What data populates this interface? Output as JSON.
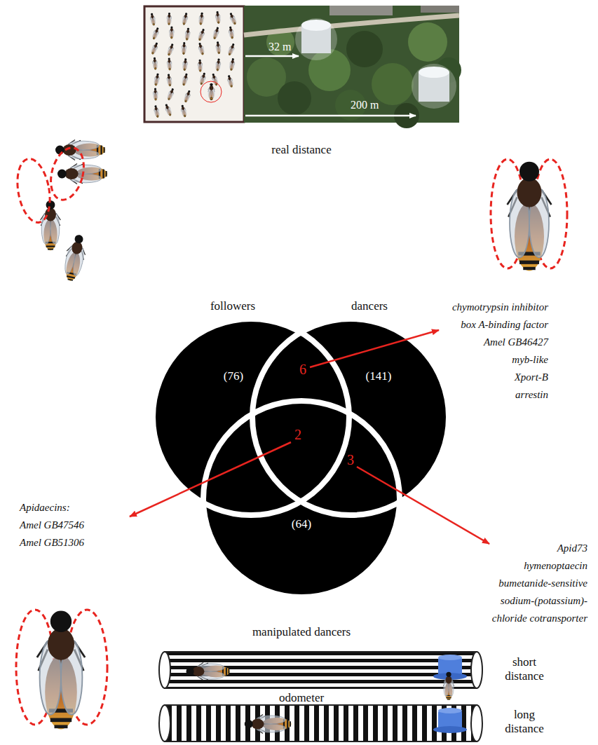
{
  "diagram": {
    "nodes": [
      {
        "text": [
          "(76)"
        ]
      },
      {
        "text": [
          "(141)"
        ]
      },
      {
        "text": [
          "(64)"
        ]
      }
    ],
    "labels": [
      "32 m",
      "200 m",
      "real distance",
      "followers",
      "dancers",
      "chymotrypsin inhibitor",
      "box A-binding factor",
      "Amel GB46427",
      "myb-like",
      "Xport-B",
      "arrestin",
      "6",
      "2",
      "3",
      "Apidaecins:",
      "Amel GB47546",
      "Amel GB51306",
      "Apid73",
      "hymenoptaecin",
      "bumetanide-sensitive sodium-(potassium)- chloride cotransporter",
      "manipulated dancers",
      "short distance",
      "odometer",
      "long distance"
    ]
  }
}
